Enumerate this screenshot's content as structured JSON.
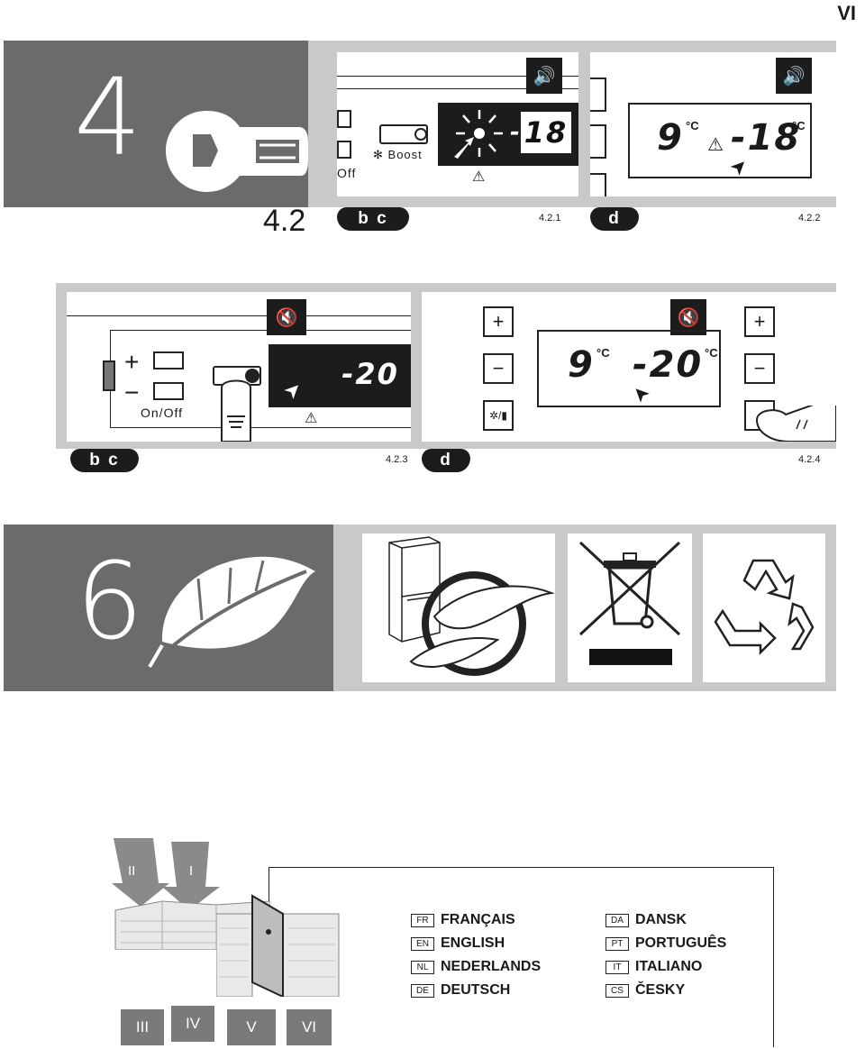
{
  "page": {
    "number": "VI"
  },
  "section4": {
    "number": "4",
    "icon": "wrench-icon",
    "subsection": "4.2",
    "figures": [
      {
        "id": "4.2.1",
        "tab": "b c",
        "display": "18",
        "dash": "-",
        "label_boost": "Boost",
        "label_off": "Off"
      },
      {
        "id": "4.2.2",
        "tab": "d",
        "fridge_temp": "9",
        "freezer_temp": "-18",
        "unit": "°C"
      },
      {
        "id": "4.2.3",
        "tab": "b c",
        "display": "-20",
        "label_onoff": "On/Off"
      },
      {
        "id": "4.2.4",
        "tab": "d",
        "fridge_temp": "9",
        "freezer_temp": "-20",
        "unit": "°C",
        "plus": "+",
        "minus": "−",
        "mode_symbol": "✲/▮"
      }
    ]
  },
  "section6": {
    "number": "6",
    "icon": "leaf-icon",
    "panels": [
      "fridge-eco-icon",
      "weee-bin-icon",
      "recycle-icon"
    ]
  },
  "languages": {
    "fold_tabs_top": [
      "II",
      "I"
    ],
    "fold_tabs_bottom": [
      "III",
      "IV",
      "V",
      "VI"
    ],
    "left": [
      {
        "code": "FR",
        "name": "FRANÇAIS"
      },
      {
        "code": "EN",
        "name": "ENGLISH"
      },
      {
        "code": "NL",
        "name": "NEDERLANDS"
      },
      {
        "code": "DE",
        "name": "DEUTSCH"
      }
    ],
    "right": [
      {
        "code": "DA",
        "name": "DANSK"
      },
      {
        "code": "PT",
        "name": "PORTUGUÊS"
      },
      {
        "code": "IT",
        "name": "ITALIANO"
      },
      {
        "code": "CS",
        "name": "ČESKY"
      }
    ]
  }
}
